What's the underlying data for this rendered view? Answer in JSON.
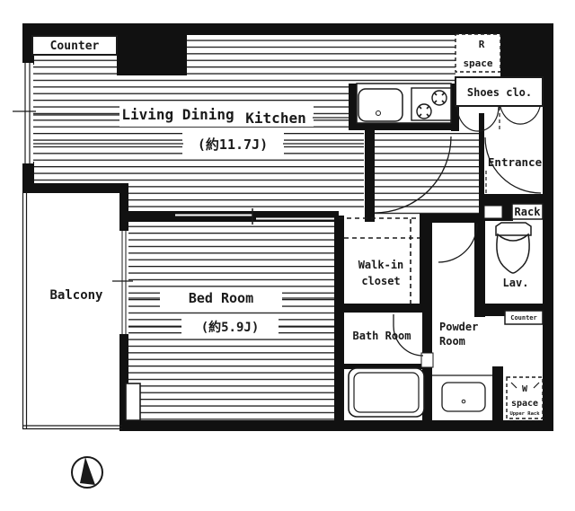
{
  "plan": {
    "counter_top": "Counter",
    "ldk_line1": "Living Dining",
    "ldk_line2": "Kitchen",
    "ldk_area": "(約11.7J)",
    "r_space_line1": "R",
    "r_space_line2": "space",
    "shoes_closet": "Shoes clo.",
    "entrance": "Entrance",
    "rack": "Rack",
    "lav": "Lav.",
    "lav_counter": "Counter",
    "powder_line1": "Powder",
    "powder_line2": "Room",
    "walkin_line1": "Walk-in",
    "walkin_line2": "closet",
    "bath": "Bath Room",
    "bedroom": "Bed Room",
    "bedroom_area": "(約5.9J)",
    "balcony": "Balcony",
    "w_space_line1": "W",
    "w_space_line2": "space",
    "w_space_line3": "Upper Rack",
    "colors": {
      "ink": "#1a1a1a",
      "paper": "#ffffff"
    }
  }
}
